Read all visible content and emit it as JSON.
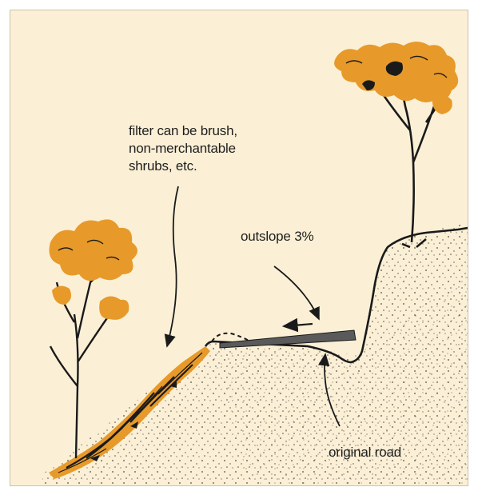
{
  "labels": {
    "filter_line1": "filter can be brush,",
    "filter_line2": "non-merchantable",
    "filter_line3": "shrubs, etc.",
    "outslope": "outslope 3%",
    "original_road": "original road"
  },
  "colors": {
    "background": "#fbf0d6",
    "foliage": "#e79a2a",
    "ink": "#1a1a1a",
    "road_surface": "#5a5a5a"
  }
}
